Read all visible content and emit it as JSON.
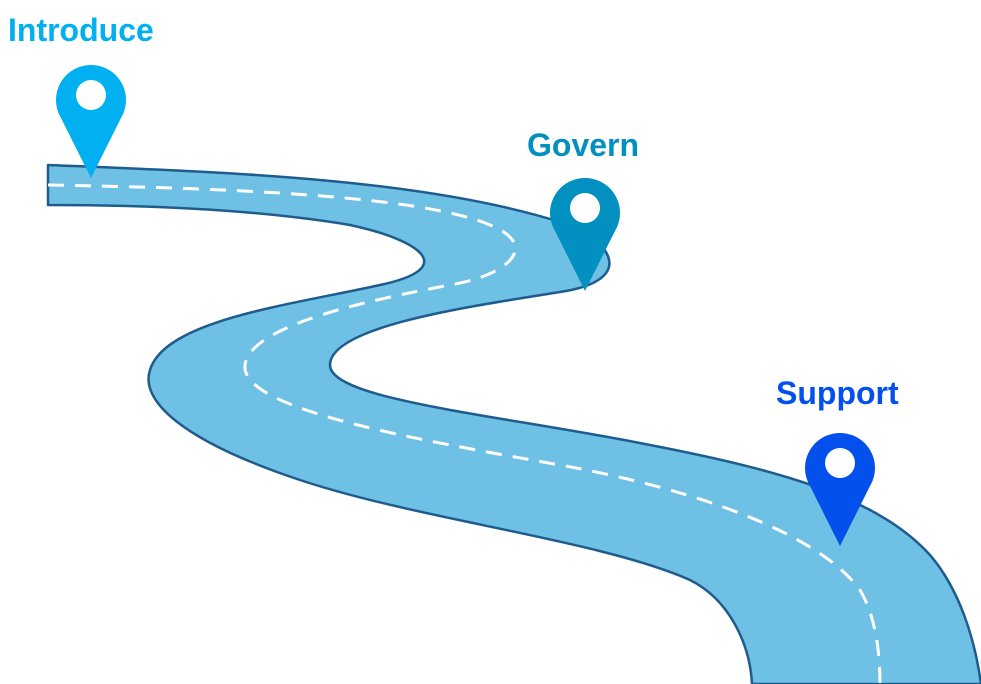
{
  "milestones": [
    {
      "id": "introduce",
      "label": "Introduce",
      "color": "#00B0F0"
    },
    {
      "id": "govern",
      "label": "Govern",
      "color": "#0290C0"
    },
    {
      "id": "support",
      "label": "Support",
      "color": "#0450EC"
    }
  ],
  "road": {
    "fill_color": "#6FC0E5",
    "edge_color": "#1E5C8E",
    "lane_marking_color": "#FFFFFF"
  }
}
